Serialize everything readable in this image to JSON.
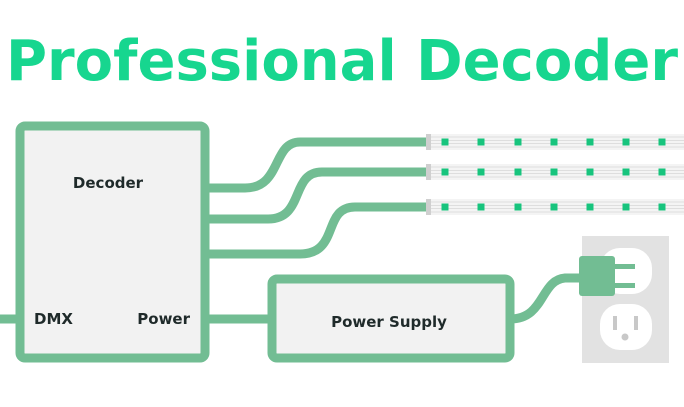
{
  "title": "Professional Decoder",
  "decoder": {
    "label": "Decoder",
    "dmx_label": "DMX",
    "power_label": "Power"
  },
  "power_supply": {
    "label": "Power Supply"
  },
  "led_strips": [
    {
      "name": "led-strip-1"
    },
    {
      "name": "led-strip-2"
    },
    {
      "name": "led-strip-3"
    }
  ],
  "outlet": {
    "icon": "wall-outlet-icon",
    "plug_icon": "power-plug-icon"
  },
  "colors": {
    "title": "#17d68f",
    "wire": "#72bd93",
    "box_fill": "#f2f2f2",
    "box_stroke": "#72bd93",
    "led": "#17c47d",
    "strip": "#e6e6e6",
    "outlet_plate": "#e2e2e2",
    "label": "#1f2a2a"
  }
}
